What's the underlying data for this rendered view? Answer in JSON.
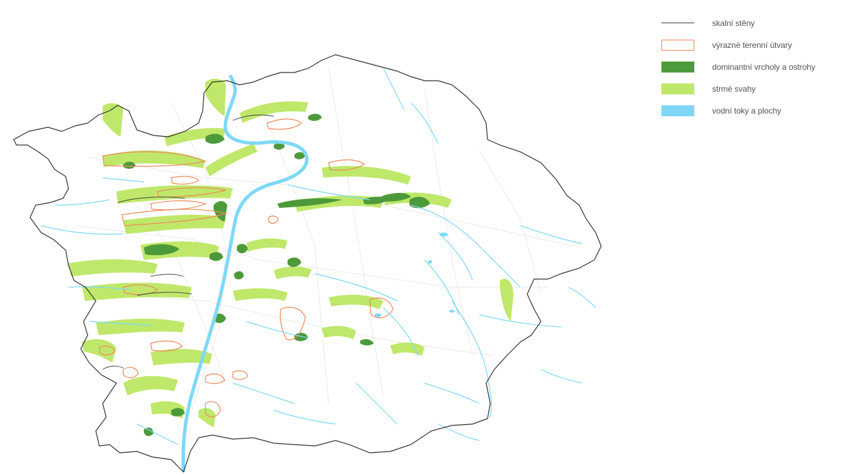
{
  "legend": {
    "items": [
      {
        "key": "cliffs",
        "label": "skalní stěny",
        "symbol": "line",
        "color": "#444444"
      },
      {
        "key": "terrain",
        "label": "výrazné terenní útvary",
        "symbol": "outline",
        "color": "#f08a5d"
      },
      {
        "key": "peaks",
        "label": "dominantní vrcholy a ostrohy",
        "symbol": "fill",
        "color": "#4d9a3a"
      },
      {
        "key": "slopes",
        "label": "strmé svahy",
        "symbol": "fill",
        "color": "#bfe86a"
      },
      {
        "key": "water",
        "label": "vodní toky a plochy",
        "symbol": "fill",
        "color": "#7fd8f6"
      }
    ]
  },
  "colors": {
    "boundary": "#333333",
    "terrain_outline": "#f08a5d",
    "peaks": "#4d9a3a",
    "slopes": "#bfe86a",
    "water": "#7fd8f6",
    "background": "#ffffff",
    "roads": "#d8d8d8"
  }
}
